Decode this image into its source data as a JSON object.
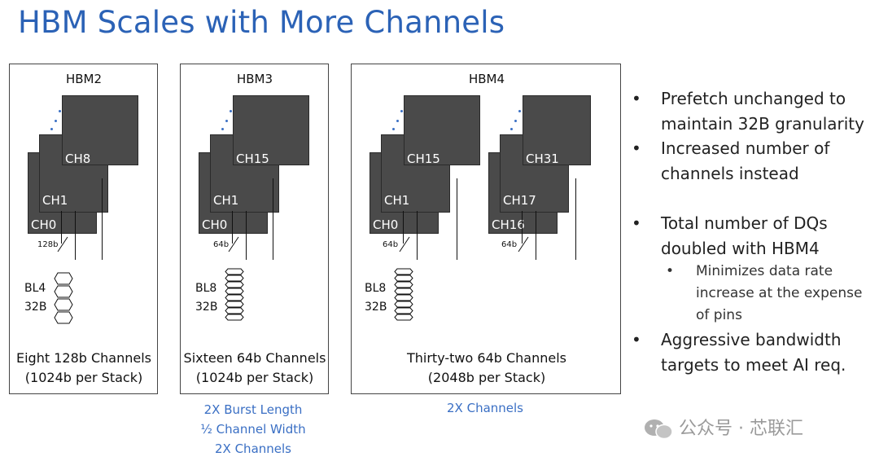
{
  "title": "HBM Scales with More Channels",
  "panels": [
    {
      "label": "HBM2",
      "caption_line1": "Eight 128b Channels",
      "caption_line2": "(1024b per Stack)",
      "channels": [
        "CH0",
        "CH1",
        "CH8"
      ],
      "width_label": "128b",
      "burst_label": "BL4",
      "gran_label": "32B"
    },
    {
      "label": "HBM3",
      "caption_line1": "Sixteen 64b Channels",
      "caption_line2": "(1024b per Stack)",
      "channels": [
        "CH0",
        "CH1",
        "CH15"
      ],
      "width_label": "64b",
      "burst_label": "BL8",
      "gran_label": "32B"
    },
    {
      "label": "HBM4",
      "caption_line1": "Thirty-two 64b Channels",
      "caption_line2": "(2048b per Stack)",
      "channels": [
        "CH0",
        "CH1",
        "CH15",
        "CH16",
        "CH17",
        "CH31"
      ],
      "width_label": "64b",
      "width_label_2": "64b",
      "burst_label": "BL8",
      "gran_label": "32B"
    }
  ],
  "notes_hbm3": [
    "2X Burst Length",
    "½ Channel Width",
    "2X Channels"
  ],
  "notes_hbm4": [
    "2X Channels"
  ],
  "bullets": [
    {
      "text": "Prefetch unchanged to maintain 32B granularity"
    },
    {
      "text": "Increased number of channels instead"
    },
    {
      "text": "Total number of DQs doubled with HBM4"
    },
    {
      "text": "Minimizes data rate increase at the expense of pins",
      "sub": true
    },
    {
      "text": "Aggressive bandwidth targets to meet AI req."
    }
  ],
  "watermark": "公众号 · 芯联汇",
  "colors": {
    "title": "#2b62b6",
    "notes": "#3a6fc4",
    "chip": "#4a4a4a"
  }
}
